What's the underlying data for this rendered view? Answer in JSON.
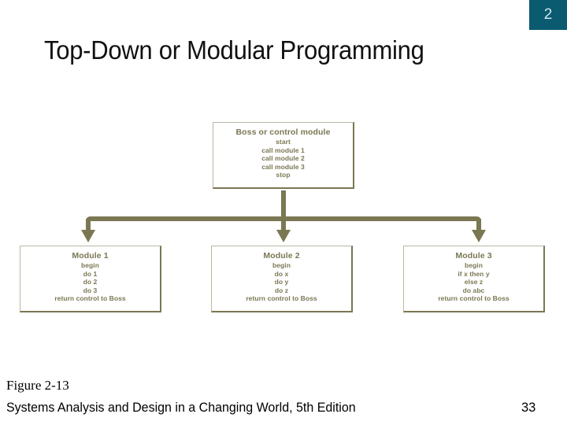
{
  "slide": {
    "page_badge": "2",
    "title": "Top-Down or Modular Programming",
    "background_color": "#ffffff"
  },
  "diagram": {
    "accent_color": "#7a7753",
    "border_color": "#b9b7a4",
    "boxes": [
      {
        "id": "boss",
        "title": "Boss or control module",
        "lines": [
          "start",
          "call module 1",
          "call module 2",
          "call module 3",
          "stop"
        ]
      },
      {
        "id": "module1",
        "title": "Module 1",
        "lines": [
          "begin",
          "do 1",
          "do 2",
          "do 3",
          "return control to Boss"
        ]
      },
      {
        "id": "module2",
        "title": "Module 2",
        "lines": [
          "begin",
          "do x",
          "do y",
          "do z",
          "return control to Boss"
        ]
      },
      {
        "id": "module3",
        "title": "Module 3",
        "lines": [
          "begin",
          "if x then y",
          "else z",
          "do abc",
          "return control to Boss"
        ]
      }
    ]
  },
  "footer": {
    "figure_label": "Figure 2-13",
    "source_text": "Systems Analysis and Design in a Changing World, 5th Edition",
    "page_number": "33"
  }
}
